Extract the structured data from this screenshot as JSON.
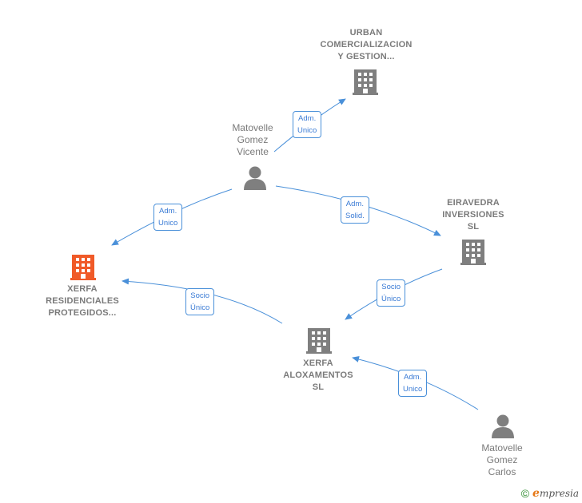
{
  "nodes": {
    "urban": {
      "type": "company",
      "label": "URBAN\nCOMERCIALIZACION\nY GESTION..."
    },
    "vicente": {
      "type": "person",
      "label": "Matovelle\nGomez\nVicente"
    },
    "eiravedra": {
      "type": "company",
      "label": "EIRAVEDRA\nINVERSIONES\nSL"
    },
    "xerfa_res": {
      "type": "company",
      "label": "XERFA\nRESIDENCIALES\nPROTEGIDOS...",
      "highlight": true
    },
    "xerfa_alo": {
      "type": "company",
      "label": "XERFA\nALOXAMENTOS\nSL"
    },
    "carlos": {
      "type": "person",
      "label": "Matovelle\nGomez\nCarlos"
    }
  },
  "edges": {
    "e1": {
      "from": "vicente",
      "to": "urban",
      "label": "Adm.\nUnico"
    },
    "e2": {
      "from": "vicente",
      "to": "xerfa_res",
      "label": "Adm.\nUnico"
    },
    "e3": {
      "from": "vicente",
      "to": "eiravedra",
      "label": "Adm.\nSolid."
    },
    "e4": {
      "from": "eiravedra",
      "to": "xerfa_alo",
      "label": "Socio\nÚnico"
    },
    "e5": {
      "from": "xerfa_alo",
      "to": "xerfa_res",
      "label": "Socio\nÚnico"
    },
    "e6": {
      "from": "carlos",
      "to": "xerfa_alo",
      "label": "Adm.\nUnico"
    }
  },
  "colors": {
    "edge": "#4a90d9",
    "company_icon": "#7f7f7f",
    "person_icon": "#7f7f7f",
    "highlight_icon": "#f05a28"
  },
  "icons": {
    "company": "building-icon",
    "person": "person-icon"
  },
  "copyright": {
    "symbol": "©",
    "brand_initial": "e",
    "brand_rest": "mpresia"
  }
}
